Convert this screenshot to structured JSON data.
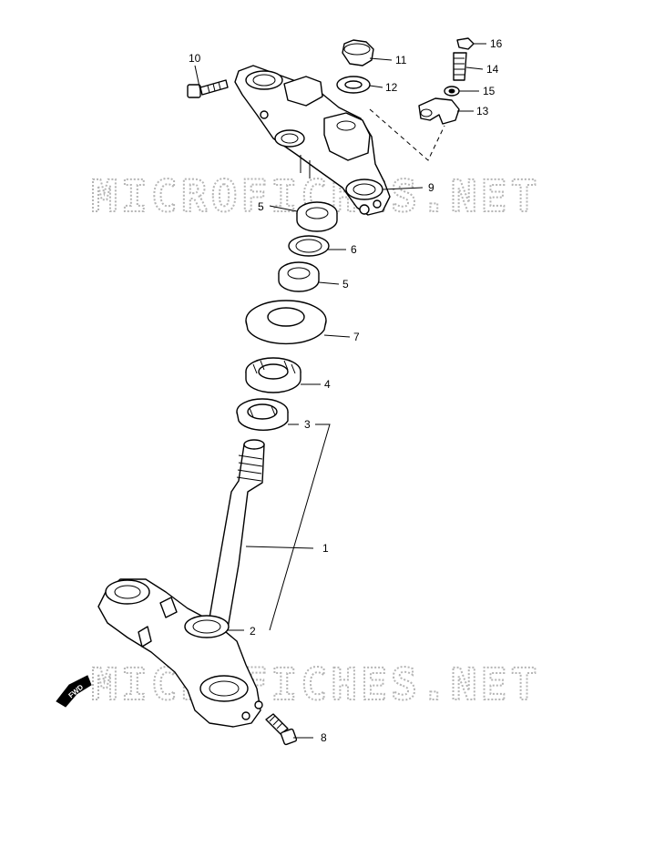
{
  "watermark": {
    "text": "MICROFICHES.NET",
    "color": "#b5b5b5"
  },
  "direction_marker": {
    "text": "FWD"
  },
  "callouts": {
    "c1": "1",
    "c2": "2",
    "c3": "3",
    "c4": "4",
    "c5a": "5",
    "c5b": "5",
    "c6": "6",
    "c7": "7",
    "c8": "8",
    "c9": "9",
    "c10": "10",
    "c11": "11",
    "c12": "12",
    "c13": "13",
    "c14": "14",
    "c15": "15",
    "c16": "16"
  }
}
